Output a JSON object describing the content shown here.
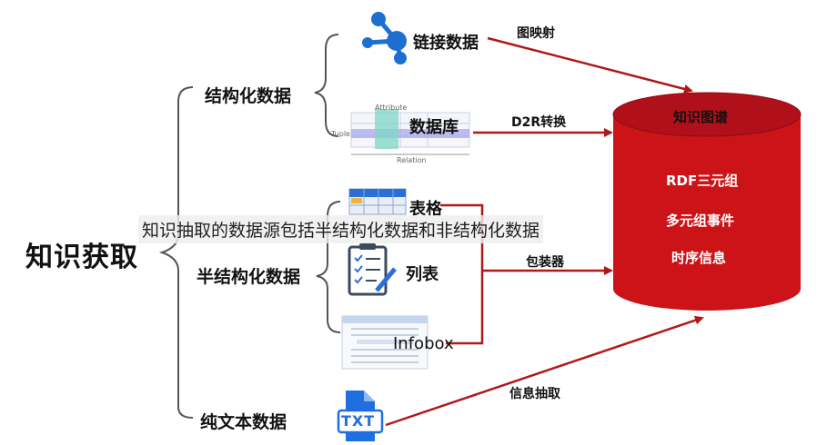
{
  "root": "知识获取",
  "categories": {
    "structured": "结构化数据",
    "semi": "半结构化数据",
    "text": "纯文本数据"
  },
  "sources": {
    "linked": "链接数据",
    "database": "数据库",
    "table": "表格",
    "list": "列表",
    "infobox": "Infobox"
  },
  "db_thumb": {
    "attribute": "Attribute",
    "tuple": "Tuple",
    "relation": "Relation"
  },
  "edges": {
    "mapping": "图映射",
    "d2r": "D2R转换",
    "wrapper": "包装器",
    "extraction": "信息抽取"
  },
  "kg": {
    "title": "知识图谱",
    "items": [
      "RDF三元组",
      "多元组事件",
      "时序信息"
    ]
  },
  "txt_icon": "TXT",
  "caption": "知识抽取的数据源包括半结构化数据和非结构化数据",
  "colors": {
    "red": "#cc1418",
    "arrow": "#b01818",
    "blue": "#2a6fd6",
    "bracket": "#555555"
  }
}
